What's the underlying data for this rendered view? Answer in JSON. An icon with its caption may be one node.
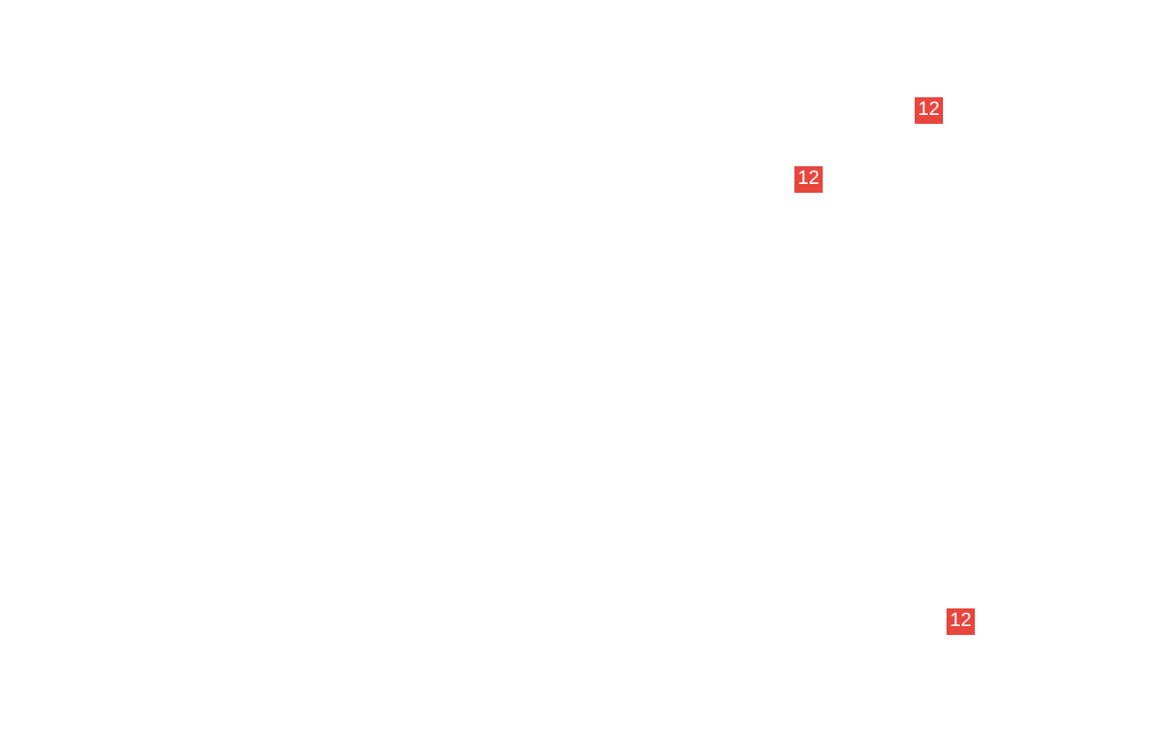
{
  "diagram": {
    "labels": [
      "12",
      "12",
      "12"
    ]
  }
}
